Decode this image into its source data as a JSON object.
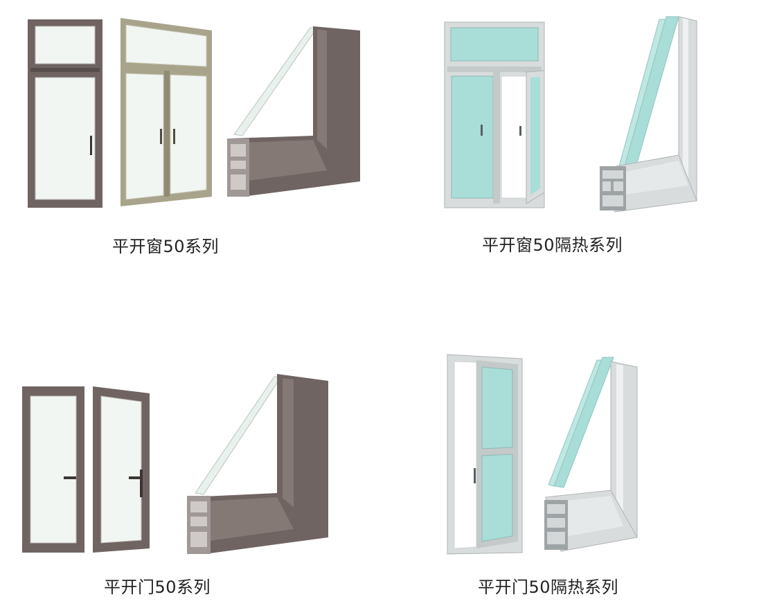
{
  "products": [
    {
      "caption": "平开窗50系列"
    },
    {
      "caption": "平开窗50隔热系列"
    },
    {
      "caption": "平开门50系列"
    },
    {
      "caption": "平开门50隔热系列"
    }
  ],
  "colors": {
    "bronze_frame": "#6f6461",
    "bronze_dark": "#4f4543",
    "champagne_frame": "#a8a48c",
    "silver_frame": "#d8dcdd",
    "silver_dark": "#9ea4a6",
    "clear_glass": "#f1f6f3",
    "tinted_glass": "#a9ddd8",
    "caption_text": "#222222"
  }
}
